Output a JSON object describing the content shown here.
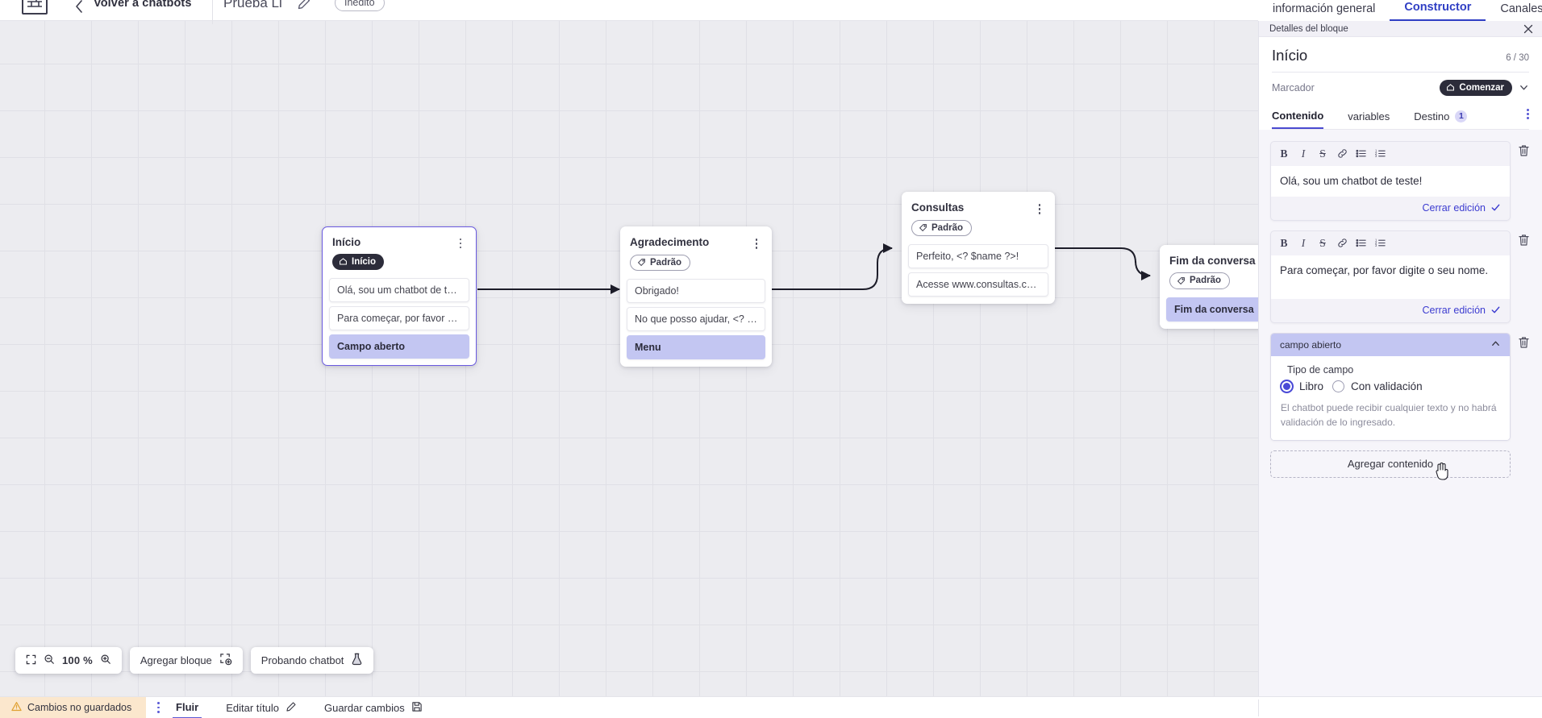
{
  "topbar": {
    "logo_icon": "app-logo-icon",
    "back_icon": "chevron-left-icon",
    "back_label": "Volver a chatbots",
    "bot_title": "Prueba Li",
    "edit_icon": "pencil-icon",
    "status_badge": "Inédito",
    "tabs": [
      {
        "label": "información general",
        "active": false
      },
      {
        "label": "Constructor",
        "active": true
      },
      {
        "label": "Canales",
        "active": false
      }
    ]
  },
  "canvas": {
    "zoom_level": "100 %",
    "fit_icon": "fit-screen-icon",
    "zoom_out_icon": "zoom-out-icon",
    "zoom_in_icon": "zoom-in-icon",
    "add_block_label": "Agregar bloque",
    "add_block_icon": "add-block-icon",
    "test_bot_label": "Probando chatbot",
    "test_bot_icon": "flask-icon",
    "nodes": [
      {
        "id": "inicio",
        "title": "Início",
        "tag": "Início",
        "tag_style": "dark",
        "tag_icon": "home-icon",
        "selected": true,
        "items": [
          {
            "text": "Olá, sou um chatbot de teste!",
            "highlight": false
          },
          {
            "text": "Para começar, por favor digite o ...",
            "highlight": false
          },
          {
            "text": "Campo aberto",
            "highlight": true
          }
        ]
      },
      {
        "id": "agradecimento",
        "title": "Agradecimento",
        "tag": "Padrão",
        "tag_style": "outline",
        "tag_icon": "tag-icon",
        "selected": false,
        "items": [
          {
            "text": "Obrigado!",
            "highlight": false
          },
          {
            "text": "No que posso ajudar, <? $name ...",
            "highlight": false
          },
          {
            "text": "Menu",
            "highlight": true
          }
        ]
      },
      {
        "id": "consultas",
        "title": "Consultas",
        "tag": "Padrão",
        "tag_style": "outline",
        "tag_icon": "tag-icon",
        "selected": false,
        "items": [
          {
            "text": "Perfeito, <? $name ?>!",
            "highlight": false
          },
          {
            "text": "Acesse www.consultas.com par...",
            "highlight": false
          }
        ]
      },
      {
        "id": "fim",
        "title": "Fim da conversa",
        "tag": "Padrão",
        "tag_style": "outline",
        "tag_icon": "tag-icon",
        "selected": false,
        "items": [
          {
            "text": "Fim da conversa",
            "highlight": true
          }
        ]
      }
    ]
  },
  "panel": {
    "strip_title": "Detalles del bloque",
    "close_icon": "close-icon",
    "block_title": "Início",
    "char_count": "6 / 30",
    "marcador_label": "Marcador",
    "marcador_value": "Comenzar",
    "marcador_icon": "home-icon",
    "marcador_chevron": "chevron-down-icon",
    "tabs": [
      {
        "label": "Contenido",
        "active": true,
        "count": null
      },
      {
        "label": "variables",
        "active": false,
        "count": null
      },
      {
        "label": "Destino",
        "active": false,
        "count": "1"
      }
    ],
    "tabs_kebab_icon": "more-vertical-icon",
    "rte_tools": [
      "bold-icon",
      "italic-icon",
      "strikethrough-icon",
      "link-icon",
      "bulleted-list-icon",
      "numbered-list-icon"
    ],
    "cards": [
      {
        "text": "Olá, sou um chatbot de teste!",
        "close_label": "Cerrar edición",
        "check_icon": "check-icon",
        "delete_icon": "trash-icon"
      },
      {
        "text": "Para começar, por favor digite o seu nome.",
        "close_label": "Cerrar edición",
        "check_icon": "check-icon",
        "delete_icon": "trash-icon"
      }
    ],
    "field_block": {
      "header": "campo abierto",
      "collapse_icon": "chevron-up-icon",
      "delete_icon": "trash-icon",
      "legend": "Tipo de campo",
      "options": [
        {
          "label": "Libro",
          "selected": true
        },
        {
          "label": "Con validación",
          "selected": false
        }
      ],
      "help": "El chatbot puede recibir cualquier texto y no habrá validación de lo ingresado."
    },
    "add_content_label": "Agregar contenido"
  },
  "bottombar": {
    "unsaved_icon": "warning-icon",
    "unsaved_label": "Cambios no guardados",
    "kebab_icon": "more-vertical-icon",
    "tabs": [
      {
        "label": "Fluir",
        "active": true
      }
    ],
    "edit_title_label": "Editar título",
    "edit_title_icon": "pencil-icon",
    "save_label": "Guardar cambios",
    "save_icon": "save-icon"
  },
  "colors": {
    "accent": "#4a4ad6",
    "tab_active": "#2f3ec4",
    "highlight": "#c3c6f2",
    "warning_bg": "#fbe7cd",
    "canvas_bg": "#ececf0"
  }
}
